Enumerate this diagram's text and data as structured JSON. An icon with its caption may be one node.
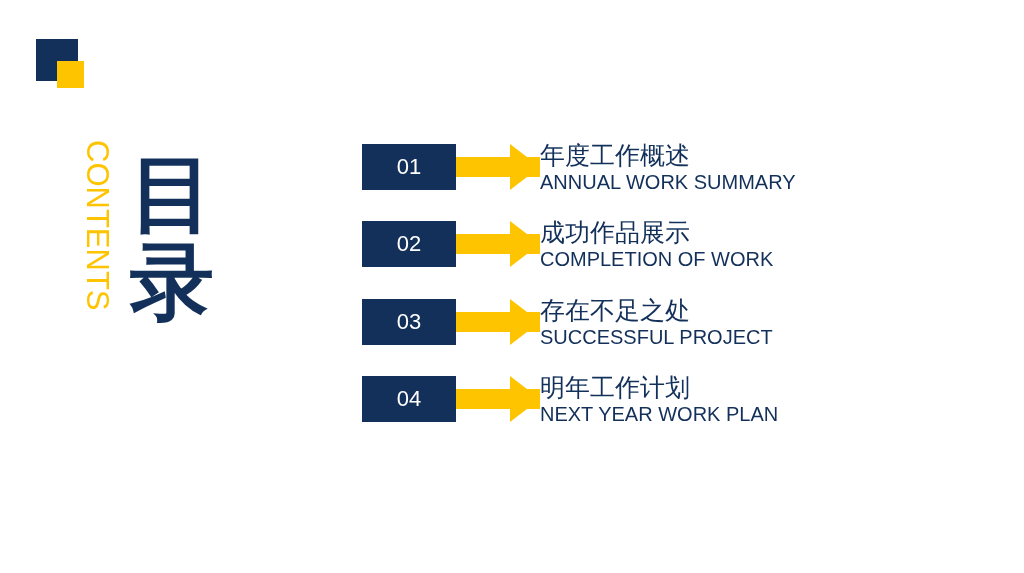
{
  "diagram": {
    "nodes": [
      {
        "text": [
          "01"
        ]
      },
      {
        "text": [
          "年度工作概述",
          "ANNUAL WORK SUMMARY"
        ]
      },
      {
        "text": [
          "02"
        ]
      },
      {
        "text": [
          "成功作品展示",
          "COMPLETION OF WORK"
        ]
      },
      {
        "text": [
          "03"
        ]
      },
      {
        "text": [
          "存在不足之处",
          "SUCCESSFUL PROJECT"
        ]
      },
      {
        "text": [
          "04"
        ]
      },
      {
        "text": [
          "明年工作计划",
          "NEXT YEAR WORK PLAN"
        ]
      }
    ],
    "edges": [
      {
        "from": 0,
        "to": 1,
        "arrow": "to"
      },
      {
        "from": 2,
        "to": 3,
        "arrow": "to"
      },
      {
        "from": 4,
        "to": 5,
        "arrow": "to"
      },
      {
        "from": 6,
        "to": 7,
        "arrow": "to"
      }
    ],
    "labels": [
      "目录",
      "CONTENTS"
    ]
  }
}
